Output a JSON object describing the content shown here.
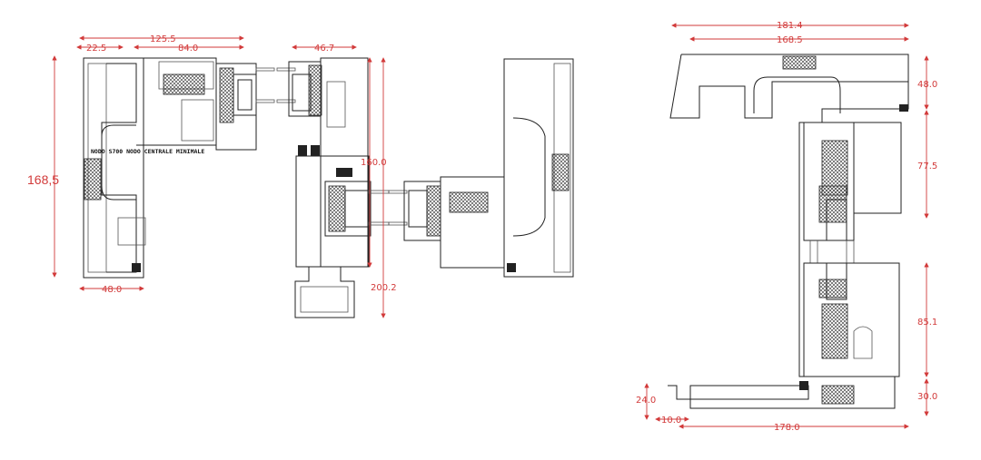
{
  "drawing": {
    "note": "NODO S700 NODO CENTRALE MINIMALE",
    "left_section": {
      "height_label": "168,5",
      "dims": {
        "overall_width": "125.5",
        "left_offset": "22.5",
        "sash_width": "84.0",
        "mullion_width": "46.7",
        "height_inner": "160.0",
        "height_total": "200.2",
        "bottom_width": "48.0"
      }
    },
    "right_section": {
      "dims": {
        "overall_width": "181.4",
        "inner_width": "168.5",
        "top_height": "48.0",
        "upper_sash": "77.5",
        "lower_sash": "85.1",
        "sill_height": "30.0",
        "threshold_height": "24.0",
        "threshold_offset": "10.0",
        "bottom_width": "178.0"
      }
    },
    "colors": {
      "dimension": "#d23a3a",
      "profile": "#222222"
    }
  }
}
